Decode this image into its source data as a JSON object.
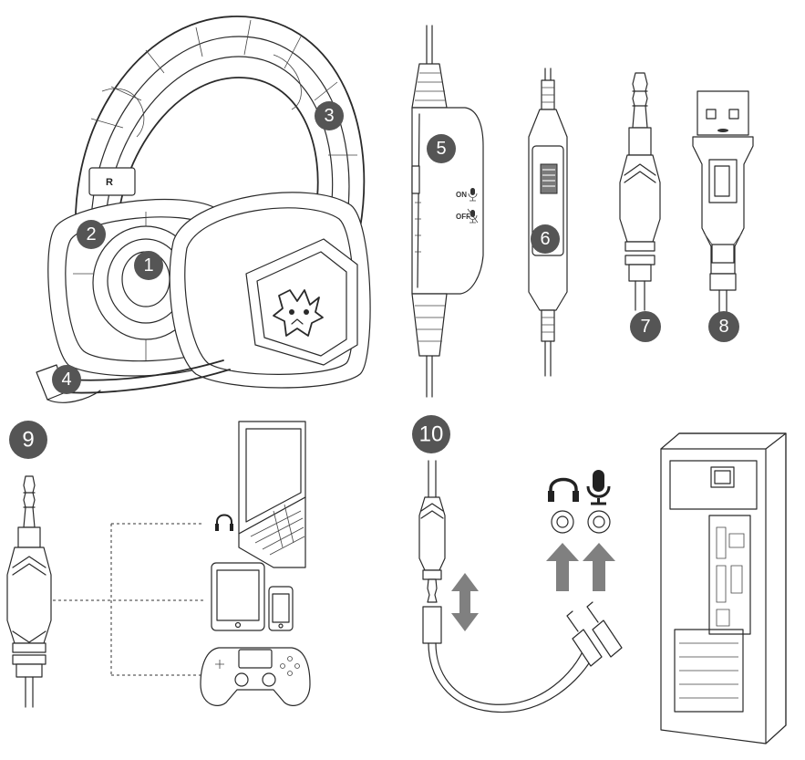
{
  "badges": {
    "b1": "1",
    "b2": "2",
    "b3": "3",
    "b4": "4",
    "b5": "5",
    "b6": "6",
    "b7": "7",
    "b8": "8",
    "b9": "9",
    "b10": "10"
  },
  "headset": {
    "side_marker": "R"
  },
  "remote": {
    "on_label": "ON",
    "off_label": "OFF"
  },
  "colors": {
    "badge": "#555555",
    "line": "#2a2a2a",
    "arrow": "#808080"
  },
  "icons": {
    "port_headphone": "headphone-icon",
    "port_microphone": "microphone-icon",
    "device_laptop": "laptop-icon",
    "device_tablet": "tablet-icon",
    "device_phone": "phone-icon",
    "device_gamepad": "gamepad-icon",
    "device_pc": "desktop-pc-icon"
  }
}
